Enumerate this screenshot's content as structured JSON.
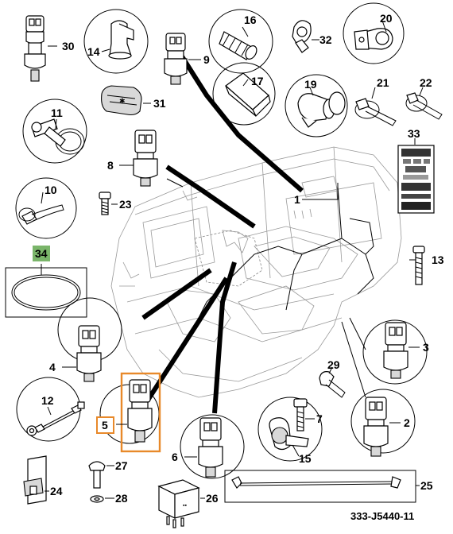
{
  "diagram": {
    "doc_number": "333-J5440-11",
    "highlight_colors": {
      "item_34_fill": "#7ab56a",
      "item_5_border": "#e8892a"
    },
    "callouts": [
      {
        "id": "c1",
        "label": "1"
      },
      {
        "id": "c2",
        "label": "2"
      },
      {
        "id": "c3",
        "label": "3"
      },
      {
        "id": "c4",
        "label": "4"
      },
      {
        "id": "c5",
        "label": "5"
      },
      {
        "id": "c6",
        "label": "6"
      },
      {
        "id": "c7",
        "label": "7"
      },
      {
        "id": "c8",
        "label": "8"
      },
      {
        "id": "c9",
        "label": "9"
      },
      {
        "id": "c10",
        "label": "10"
      },
      {
        "id": "c11",
        "label": "11"
      },
      {
        "id": "c12",
        "label": "12"
      },
      {
        "id": "c13",
        "label": "13"
      },
      {
        "id": "c14",
        "label": "14"
      },
      {
        "id": "c15",
        "label": "15"
      },
      {
        "id": "c16",
        "label": "16"
      },
      {
        "id": "c17",
        "label": "17"
      },
      {
        "id": "c19",
        "label": "19"
      },
      {
        "id": "c20",
        "label": "20"
      },
      {
        "id": "c21",
        "label": "21"
      },
      {
        "id": "c22",
        "label": "22"
      },
      {
        "id": "c23",
        "label": "23"
      },
      {
        "id": "c24",
        "label": "24"
      },
      {
        "id": "c25",
        "label": "25"
      },
      {
        "id": "c26",
        "label": "26"
      },
      {
        "id": "c27",
        "label": "27"
      },
      {
        "id": "c28",
        "label": "28"
      },
      {
        "id": "c29",
        "label": "29"
      },
      {
        "id": "c30",
        "label": "30"
      },
      {
        "id": "c31",
        "label": "31"
      },
      {
        "id": "c32",
        "label": "32"
      },
      {
        "id": "c33",
        "label": "33"
      },
      {
        "id": "c34",
        "label": "34"
      }
    ]
  }
}
